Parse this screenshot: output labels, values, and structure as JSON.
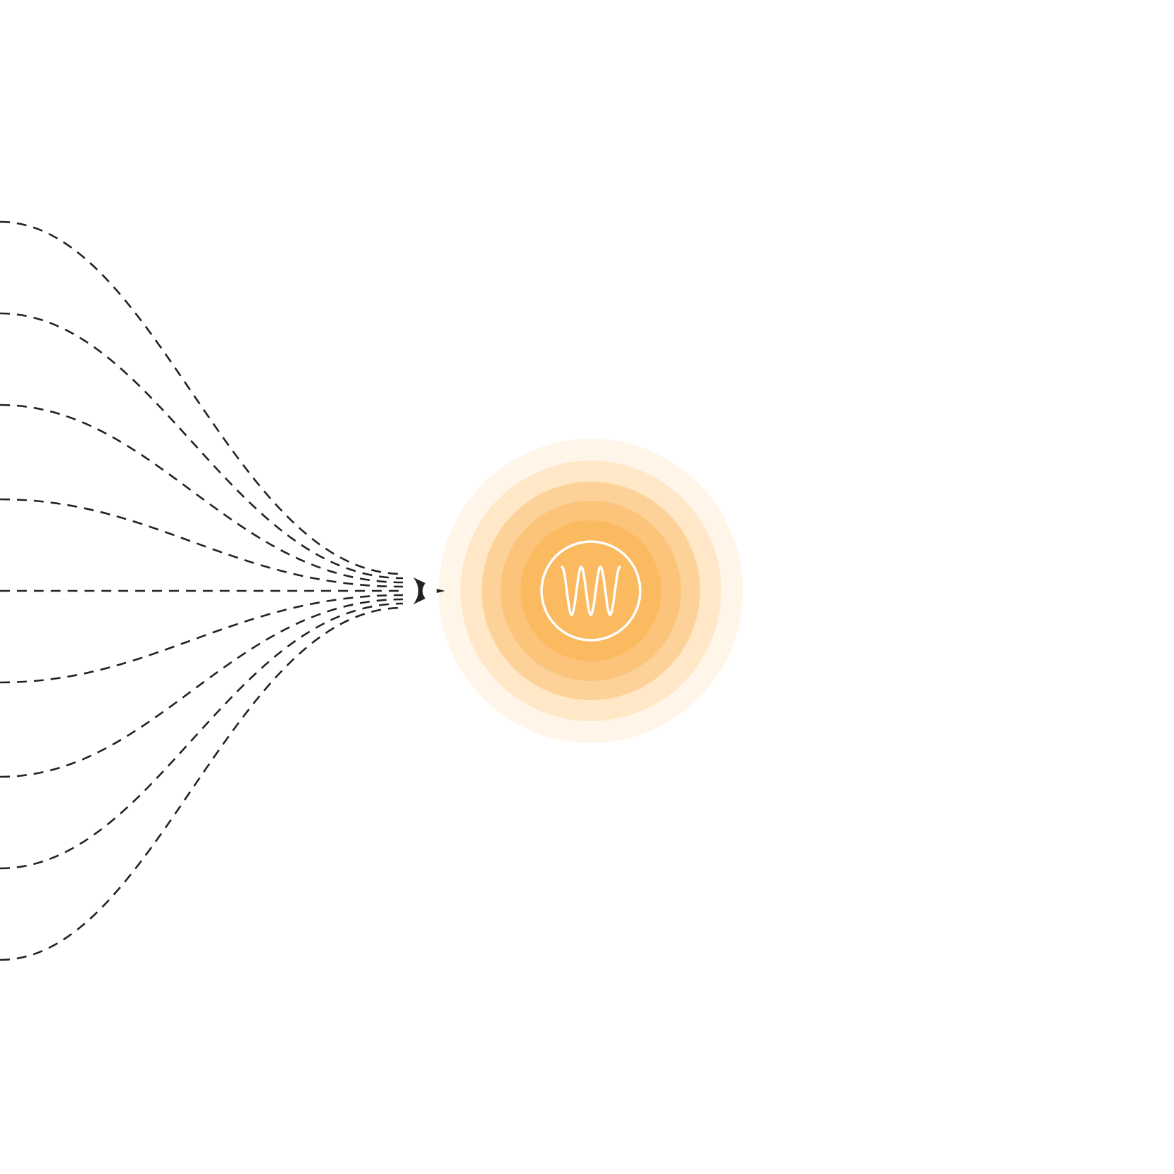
{
  "diagram": {
    "description_free": true,
    "colors": {
      "background": "#ffffff",
      "line": "#222222",
      "halo_rings": [
        "#fff5e9",
        "#ffe7c8",
        "#fcd298",
        "#fcc47a",
        "#fbb960"
      ],
      "icon": "#ffffff"
    },
    "flow_lines": {
      "count": 9,
      "style": "dashed",
      "direction": "converging-right"
    },
    "source": {
      "icon": "sine-wave-circle-icon",
      "halo_ring_count": 5
    },
    "text": []
  }
}
